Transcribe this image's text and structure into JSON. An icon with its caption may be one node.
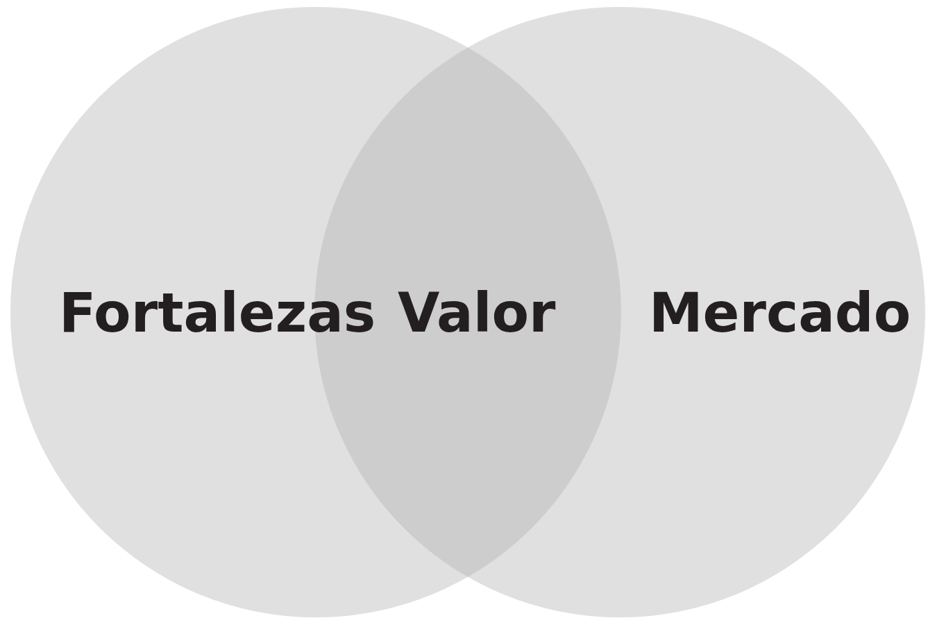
{
  "diagram": {
    "nodes": [
      {
        "text": [
          "Fortalezas"
        ]
      },
      {
        "text": [
          "Valor"
        ]
      },
      {
        "text": [
          "Mercado"
        ]
      }
    ]
  }
}
